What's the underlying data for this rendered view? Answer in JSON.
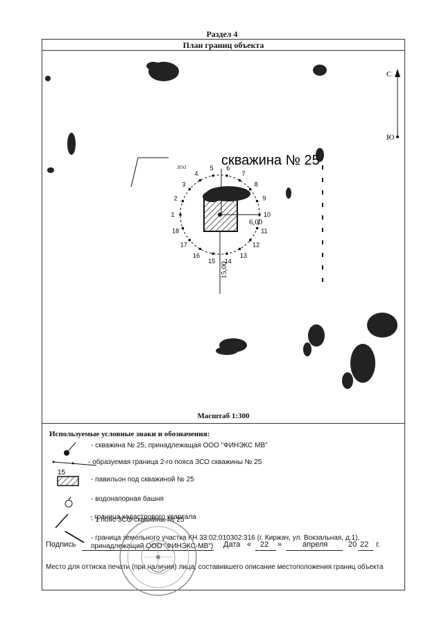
{
  "header": {
    "section": "Раздел 4",
    "plan_title": "План границ объекта"
  },
  "plan": {
    "label_well": "скважина № 25",
    "label_zso": "зоа",
    "compass_north": "С",
    "compass_south": "Ю",
    "dim_side": "6,00",
    "dim_radius": "15,00",
    "points": [
      "1",
      "2",
      "3",
      "4",
      "5",
      "6",
      "7",
      "8",
      "9",
      "10",
      "11",
      "12",
      "13",
      "14",
      "15",
      "16",
      "17",
      "18"
    ]
  },
  "scale": "Масштаб 1:300",
  "legend": {
    "title": "Используемые условные знаки и обозначения:",
    "items": [
      "- скважина № 25, принадлежащая ООО \"ФИНЭКС МВ\"",
      "- образуемая граница 2-го пояса ЗСО скважины № 25",
      "- павильон под скважиной № 25",
      "- водонапорная башня",
      "- 1 пояс  ЗСО скважины № 25",
      "- граница земельного участка КН 33:02:010302:316 (г. Киржач, ул. Вокзальная, д.1), принадлежащий ООО \"ФИНЭКС-МВ\")",
      "- граница кадастрового квартала"
    ],
    "boundary_point_label": "15"
  },
  "signature": {
    "sign_label": "Подпись",
    "date_label": "Дата",
    "quote_open": "«",
    "day": "22",
    "quote_close": "»",
    "month": "апреля",
    "year_prefix": "20",
    "year_suffix": "22",
    "year_unit": "г."
  },
  "stamp_place": "Место для оттиска печати (при наличии) лица, составившего описание местоположения границ объекта"
}
